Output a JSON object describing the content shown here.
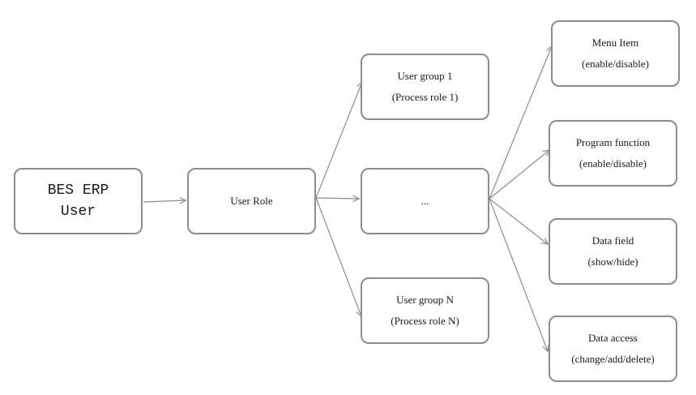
{
  "nodes": {
    "user": {
      "lines": [
        "BES ERP",
        "User"
      ]
    },
    "role": {
      "lines": [
        "User Role"
      ]
    },
    "group1": {
      "lines": [
        "User group 1",
        "(Process role 1)"
      ]
    },
    "dots": {
      "lines": [
        "..."
      ]
    },
    "groupN": {
      "lines": [
        "User group N",
        "(Process role N)"
      ]
    },
    "menu": {
      "lines": [
        "Menu Item",
        "(enable/disable)"
      ]
    },
    "program": {
      "lines": [
        "Program function",
        "(enable/disable)"
      ]
    },
    "field": {
      "lines": [
        "Data field",
        "(show/hide)"
      ]
    },
    "access": {
      "lines": [
        "Data access",
        "(change/add/delete)"
      ]
    }
  },
  "edges": [
    {
      "from": "user",
      "to": "role"
    },
    {
      "from": "role",
      "to": "group1"
    },
    {
      "from": "role",
      "to": "dots"
    },
    {
      "from": "role",
      "to": "groupN"
    },
    {
      "from": "dots",
      "to": "menu"
    },
    {
      "from": "dots",
      "to": "program"
    },
    {
      "from": "dots",
      "to": "field"
    },
    {
      "from": "dots",
      "to": "access"
    }
  ],
  "colors": {
    "border": "#8c8c8c",
    "arrow": "#8c8c8c",
    "text": "#1a1a1a"
  }
}
